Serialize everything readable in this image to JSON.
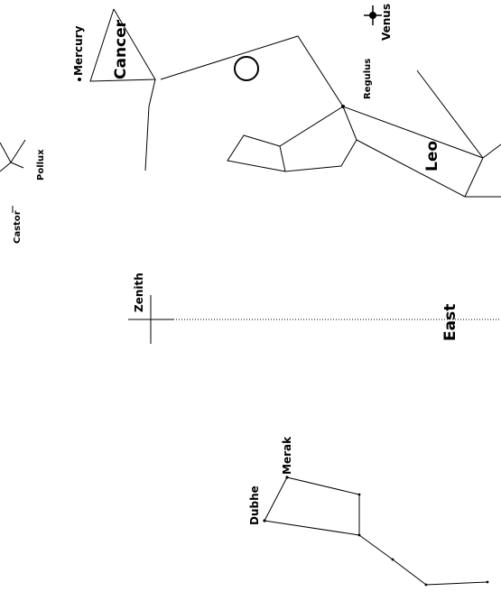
{
  "colors": {
    "background": "#ffffff",
    "ink": "#000000"
  },
  "labels": {
    "mercury": "Mercury",
    "venus": "Venus",
    "cancer": "Cancer",
    "regulus": "Regulus",
    "leo": "Leo",
    "pollux": "Pollux",
    "castor": "Castor",
    "zenith": "Zenith",
    "east": "East",
    "merak": "Merak",
    "dubhe": "Dubhe"
  },
  "icons": {
    "sun": "glowing-disc-icon",
    "venus": "planet-star-icon",
    "mercury": "small-dot-icon"
  }
}
